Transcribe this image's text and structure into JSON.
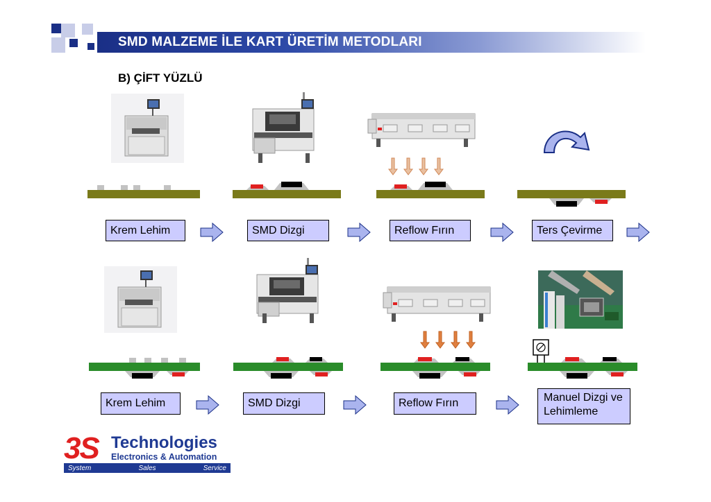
{
  "header": {
    "title": "SMD MALZEME İLE KART ÜRETİM METODLARI",
    "bar_color": "#1a2f86"
  },
  "section": {
    "subtitle": "B) ÇİFT YÜZLÜ"
  },
  "row1": {
    "steps": [
      {
        "label": "Krem Lehim"
      },
      {
        "label": "SMD Dizgi"
      },
      {
        "label": "Reflow Fırın"
      },
      {
        "label": "Ters Çevirme"
      }
    ]
  },
  "row2": {
    "steps": [
      {
        "label": "Krem Lehim"
      },
      {
        "label": "SMD Dizgi"
      },
      {
        "label": "Reflow Fırın"
      },
      {
        "label": "Manuel Dizgi ve Lehimleme"
      }
    ]
  },
  "logo": {
    "mark": "3S",
    "name": "Technologies",
    "tagline": "Electronics & Automation",
    "bar_items": [
      "System",
      "Sales",
      "Service"
    ]
  },
  "colors": {
    "step_box": "#ccccff",
    "pcb_row1": "#7a7a1a",
    "pcb_row2": "#2a8c2a",
    "component_red": "#e02020",
    "component_black": "#000000",
    "heat_arrow": "#e08040",
    "flow_arrow": "#aab4ee"
  }
}
